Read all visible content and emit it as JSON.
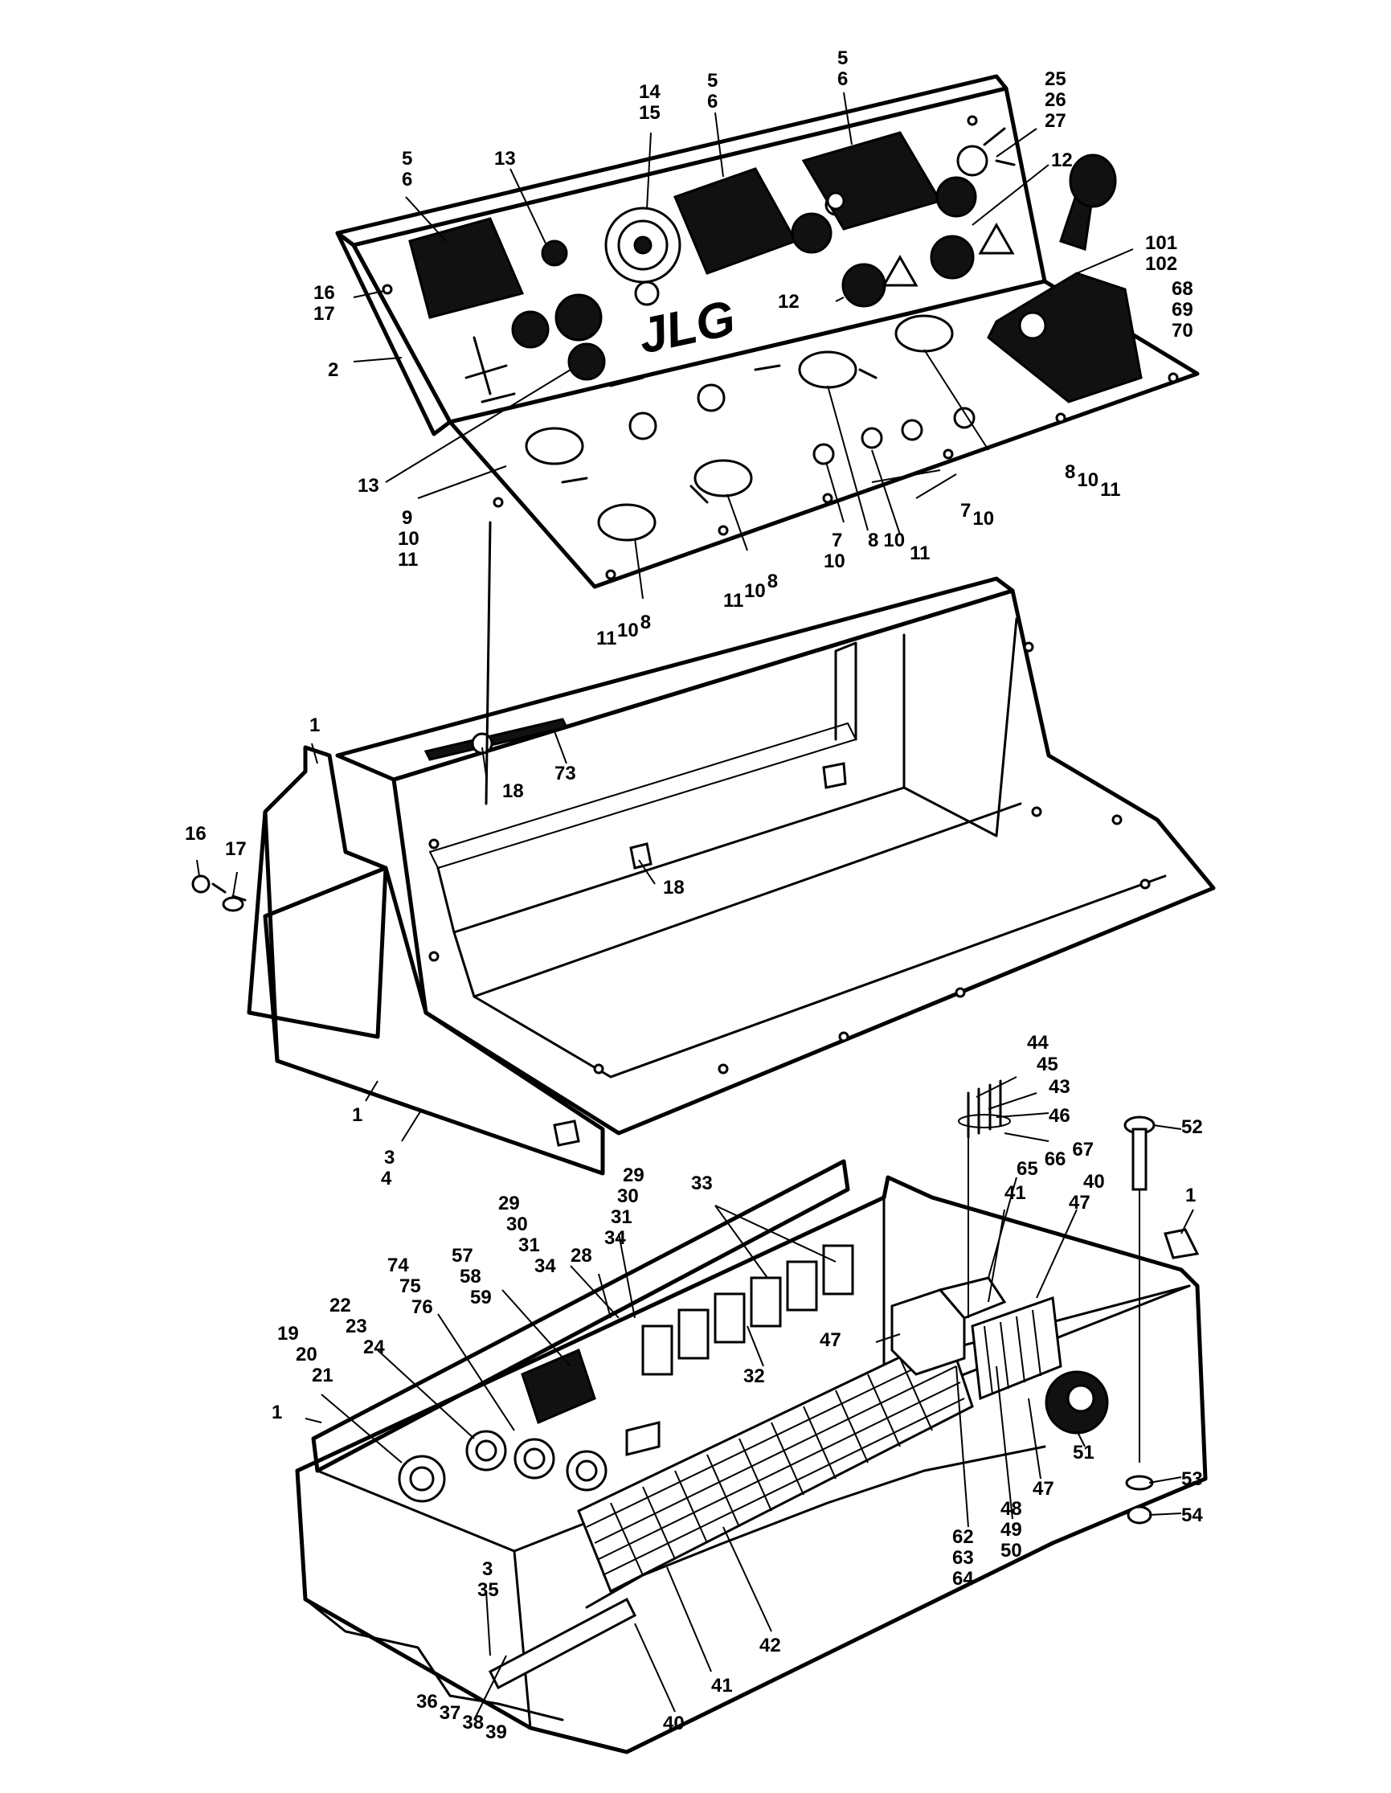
{
  "brand": {
    "logo_text": "JLG"
  },
  "callouts": [
    {
      "id": "c-5-6-left",
      "lines": [
        "5",
        "6"
      ]
    },
    {
      "id": "c-13-top",
      "lines": [
        "13"
      ]
    },
    {
      "id": "c-14-15",
      "lines": [
        "14",
        "15"
      ]
    },
    {
      "id": "c-5-6-mid",
      "lines": [
        "5",
        "6"
      ]
    },
    {
      "id": "c-5-6-right",
      "lines": [
        "5",
        "6"
      ]
    },
    {
      "id": "c-25-26-27",
      "lines": [
        "25",
        "26",
        "27"
      ]
    },
    {
      "id": "c-12-right",
      "lines": [
        "12"
      ]
    },
    {
      "id": "c-12-mid",
      "lines": [
        "12"
      ]
    },
    {
      "id": "c-101-102",
      "lines": [
        "101",
        "102"
      ]
    },
    {
      "id": "c-68-69-70",
      "lines": [
        "68",
        "69",
        "70"
      ]
    },
    {
      "id": "c-16-17-panel",
      "lines": [
        "16",
        "17"
      ]
    },
    {
      "id": "c-2",
      "lines": [
        "2"
      ]
    },
    {
      "id": "c-13-bottom",
      "lines": [
        "13"
      ]
    },
    {
      "id": "c-9-10-11",
      "lines": [
        "9",
        "10",
        "11"
      ]
    },
    {
      "id": "c-8-10-11-left",
      "lines": [
        "11",
        "10",
        "8"
      ]
    },
    {
      "id": "c-8-10-11-mid",
      "lines": [
        "11",
        "10",
        "8"
      ]
    },
    {
      "id": "c-7-10-left",
      "lines": [
        "7",
        "10"
      ]
    },
    {
      "id": "c-8-10-11-center",
      "lines": [
        "8",
        "10",
        "11"
      ]
    },
    {
      "id": "c-7-10-right",
      "lines": [
        "7",
        "10"
      ]
    },
    {
      "id": "c-8-10-11-right",
      "lines": [
        "8",
        "10",
        "11"
      ]
    },
    {
      "id": "c-1-console",
      "lines": [
        "1"
      ]
    },
    {
      "id": "c-73",
      "lines": [
        "73"
      ]
    },
    {
      "id": "c-18-top",
      "lines": [
        "18"
      ]
    },
    {
      "id": "c-18-bottom",
      "lines": [
        "18"
      ]
    },
    {
      "id": "c-16-side",
      "lines": [
        "16"
      ]
    },
    {
      "id": "c-17-side",
      "lines": [
        "17"
      ]
    },
    {
      "id": "c-1-bottom-console",
      "lines": [
        "1"
      ]
    },
    {
      "id": "c-3-4",
      "lines": [
        "3",
        "4"
      ]
    },
    {
      "id": "c-44",
      "lines": [
        "44"
      ]
    },
    {
      "id": "c-45",
      "lines": [
        "45"
      ]
    },
    {
      "id": "c-43",
      "lines": [
        "43"
      ]
    },
    {
      "id": "c-46",
      "lines": [
        "46"
      ]
    },
    {
      "id": "c-52",
      "lines": [
        "52"
      ]
    },
    {
      "id": "c-65-66-67",
      "lines": [
        "65",
        "66",
        "67"
      ]
    },
    {
      "id": "c-41-top",
      "lines": [
        "41"
      ]
    },
    {
      "id": "c-40-47",
      "lines": [
        "40",
        "47"
      ]
    },
    {
      "id": "c-1-box",
      "lines": [
        "1"
      ]
    },
    {
      "id": "c-29-30-31-34-left",
      "lines": [
        "29",
        "30",
        "31",
        "34"
      ]
    },
    {
      "id": "c-29-30-31-34-right",
      "lines": [
        "29",
        "30",
        "31",
        "34"
      ]
    },
    {
      "id": "c-33",
      "lines": [
        "33"
      ]
    },
    {
      "id": "c-28",
      "lines": [
        "28"
      ]
    },
    {
      "id": "c-74-75-76",
      "lines": [
        "74",
        "75",
        "76"
      ]
    },
    {
      "id": "c-57-58-59",
      "lines": [
        "57",
        "58",
        "59"
      ]
    },
    {
      "id": "c-22-23-24",
      "lines": [
        "22",
        "23",
        "24"
      ]
    },
    {
      "id": "c-19-20-21",
      "lines": [
        "19",
        "20",
        "21"
      ]
    },
    {
      "id": "c-1-left-box",
      "lines": [
        "1"
      ]
    },
    {
      "id": "c-47-mid",
      "lines": [
        "47"
      ]
    },
    {
      "id": "c-32",
      "lines": [
        "32"
      ]
    },
    {
      "id": "c-51",
      "lines": [
        "51"
      ]
    },
    {
      "id": "c-53",
      "lines": [
        "53"
      ]
    },
    {
      "id": "c-54",
      "lines": [
        "54"
      ]
    },
    {
      "id": "c-47-bottom",
      "lines": [
        "47"
      ]
    },
    {
      "id": "c-48-49-50",
      "lines": [
        "48",
        "49",
        "50"
      ]
    },
    {
      "id": "c-62-63-64",
      "lines": [
        "62",
        "63",
        "64"
      ]
    },
    {
      "id": "c-3-35",
      "lines": [
        "3",
        "35"
      ]
    },
    {
      "id": "c-42",
      "lines": [
        "42"
      ]
    },
    {
      "id": "c-41-bottom",
      "lines": [
        "41"
      ]
    },
    {
      "id": "c-40-bottom",
      "lines": [
        "40"
      ]
    },
    {
      "id": "c-36-39",
      "lines": [
        "36",
        "37",
        "38",
        "39"
      ]
    }
  ]
}
